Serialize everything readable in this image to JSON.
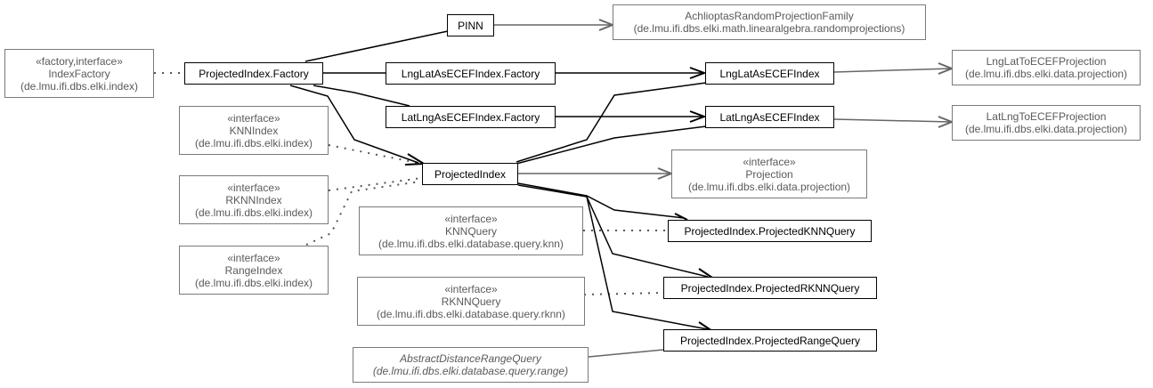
{
  "diagram": {
    "type": "uml-class-diagram",
    "nodes": {
      "indexFactory": {
        "stereotype": "«factory,interface»",
        "name": "IndexFactory",
        "package": "(de.lmu.ifi.dbs.elki.index)"
      },
      "projectedIndexFactory": {
        "name": "ProjectedIndex.Factory"
      },
      "pinn": {
        "name": "PINN"
      },
      "achlioptas": {
        "name": "AchlioptasRandomProjectionFamily",
        "package": "(de.lmu.ifi.dbs.elki.math.linearalgebra.randomprojections)"
      },
      "lngLatFactory": {
        "name": "LngLatAsECEFIndex.Factory"
      },
      "latLngFactory": {
        "name": "LatLngAsECEFIndex.Factory"
      },
      "lngLatIndex": {
        "name": "LngLatAsECEFIndex"
      },
      "latLngIndex": {
        "name": "LatLngAsECEFIndex"
      },
      "lngLatProj": {
        "name": "LngLatToECEFProjection",
        "package": "(de.lmu.ifi.dbs.elki.data.projection)"
      },
      "latLngProj": {
        "name": "LatLngToECEFProjection",
        "package": "(de.lmu.ifi.dbs.elki.data.projection)"
      },
      "knnIndex": {
        "stereotype": "«interface»",
        "name": "KNNIndex",
        "package": "(de.lmu.ifi.dbs.elki.index)"
      },
      "rknnIndex": {
        "stereotype": "«interface»",
        "name": "RKNNIndex",
        "package": "(de.lmu.ifi.dbs.elki.index)"
      },
      "rangeIndex": {
        "stereotype": "«interface»",
        "name": "RangeIndex",
        "package": "(de.lmu.ifi.dbs.elki.index)"
      },
      "projectedIndex": {
        "name": "ProjectedIndex"
      },
      "projection": {
        "stereotype": "«interface»",
        "name": "Projection",
        "package": "(de.lmu.ifi.dbs.elki.data.projection)"
      },
      "knnQuery": {
        "stereotype": "«interface»",
        "name": "KNNQuery",
        "package": "(de.lmu.ifi.dbs.elki.database.query.knn)"
      },
      "rknnQuery": {
        "stereotype": "«interface»",
        "name": "RKNNQuery",
        "package": "(de.lmu.ifi.dbs.elki.database.query.rknn)"
      },
      "abstractRangeQuery": {
        "name": "AbstractDistanceRangeQuery",
        "package": "(de.lmu.ifi.dbs.elki.database.query.range)"
      },
      "projKnnQuery": {
        "name": "ProjectedIndex.ProjectedKNNQuery"
      },
      "projRknnQuery": {
        "name": "ProjectedIndex.ProjectedRKNNQuery"
      },
      "projRangeQuery": {
        "name": "ProjectedIndex.ProjectedRangeQuery"
      }
    },
    "edges": [
      {
        "from": "projectedIndexFactory",
        "to": "indexFactory",
        "kind": "realization"
      },
      {
        "from": "projectedIndexFactory",
        "to": "pinn",
        "kind": "generalization"
      },
      {
        "from": "projectedIndexFactory",
        "to": "lngLatFactory",
        "kind": "generalization"
      },
      {
        "from": "projectedIndexFactory",
        "to": "latLngFactory",
        "kind": "generalization"
      },
      {
        "from": "projectedIndexFactory",
        "to": "projectedIndex",
        "kind": "association"
      },
      {
        "from": "pinn",
        "to": "achlioptas",
        "kind": "association"
      },
      {
        "from": "lngLatFactory",
        "to": "lngLatIndex",
        "kind": "association"
      },
      {
        "from": "latLngFactory",
        "to": "latLngIndex",
        "kind": "association"
      },
      {
        "from": "lngLatIndex",
        "to": "lngLatProj",
        "kind": "association"
      },
      {
        "from": "latLngIndex",
        "to": "latLngProj",
        "kind": "association"
      },
      {
        "from": "projectedIndex",
        "to": "lngLatIndex",
        "kind": "generalization"
      },
      {
        "from": "projectedIndex",
        "to": "latLngIndex",
        "kind": "generalization"
      },
      {
        "from": "projectedIndex",
        "to": "knnIndex",
        "kind": "realization"
      },
      {
        "from": "projectedIndex",
        "to": "rknnIndex",
        "kind": "realization"
      },
      {
        "from": "projectedIndex",
        "to": "rangeIndex",
        "kind": "realization"
      },
      {
        "from": "projectedIndex",
        "to": "projection",
        "kind": "association"
      },
      {
        "from": "projectedIndex",
        "to": "projKnnQuery",
        "kind": "association"
      },
      {
        "from": "projectedIndex",
        "to": "projRknnQuery",
        "kind": "association"
      },
      {
        "from": "projectedIndex",
        "to": "projRangeQuery",
        "kind": "association"
      },
      {
        "from": "projKnnQuery",
        "to": "knnQuery",
        "kind": "realization"
      },
      {
        "from": "projRknnQuery",
        "to": "rknnQuery",
        "kind": "realization"
      },
      {
        "from": "projRangeQuery",
        "to": "abstractRangeQuery",
        "kind": "generalization"
      }
    ]
  }
}
